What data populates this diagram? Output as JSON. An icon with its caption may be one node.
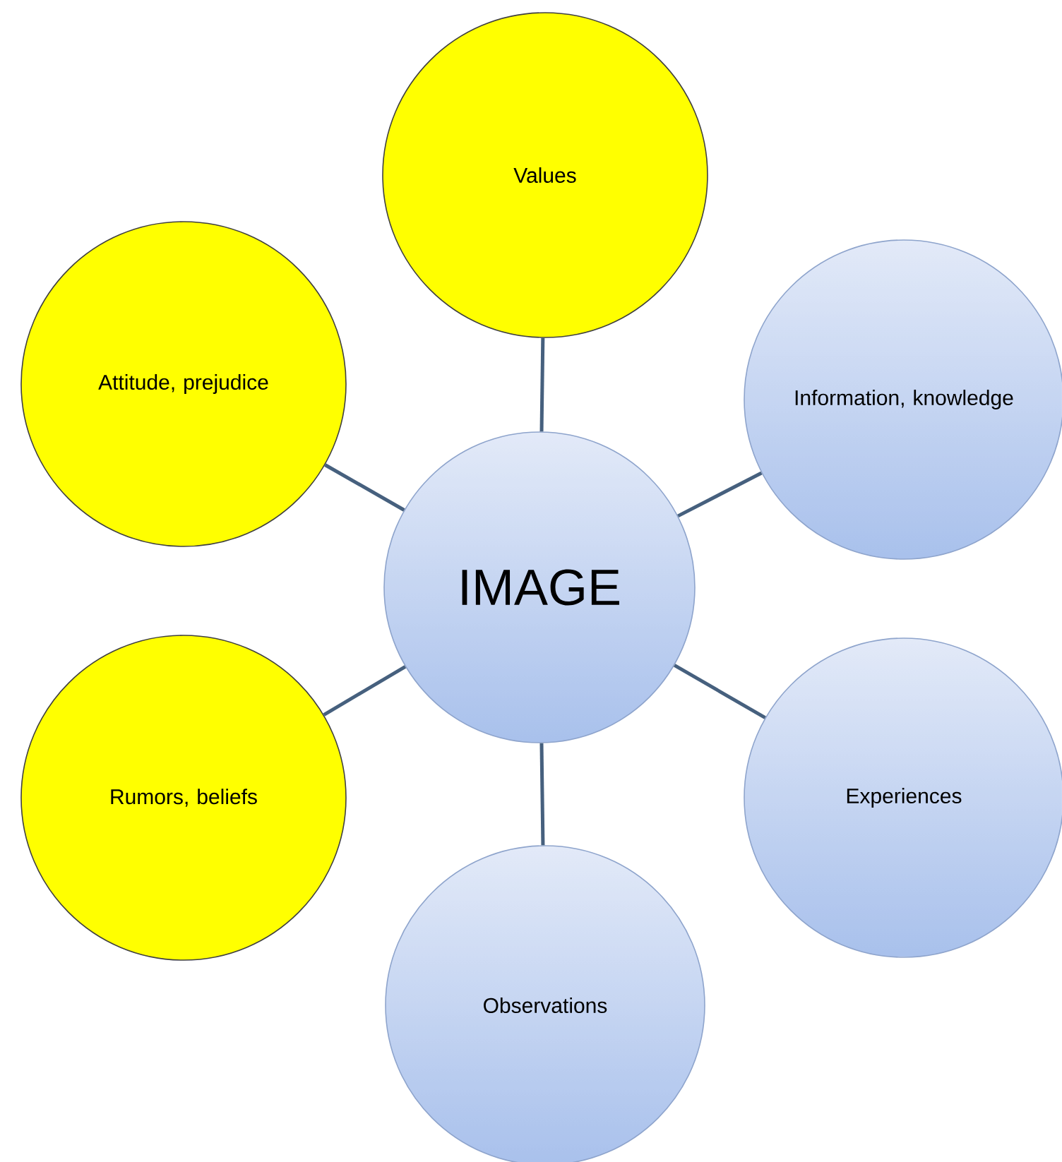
{
  "diagram": {
    "nodes": [
      {
        "text": [
          "IMAGE"
        ]
      },
      {
        "text": [
          "Values"
        ]
      },
      {
        "text": [
          "Information, knowledge"
        ]
      },
      {
        "text": [
          "Experiences"
        ]
      },
      {
        "text": [
          "Observations"
        ]
      },
      {
        "text": [
          "Rumors, beliefs"
        ]
      },
      {
        "text": [
          "Attitude, prejudice"
        ]
      }
    ],
    "edges": [
      {
        "from": 0,
        "to": 1,
        "arrow": "none"
      },
      {
        "from": 0,
        "to": 2,
        "arrow": "none"
      },
      {
        "from": 0,
        "to": 3,
        "arrow": "none"
      },
      {
        "from": 0,
        "to": 4,
        "arrow": "none"
      },
      {
        "from": 0,
        "to": 5,
        "arrow": "none"
      },
      {
        "from": 0,
        "to": 6,
        "arrow": "none"
      }
    ]
  }
}
